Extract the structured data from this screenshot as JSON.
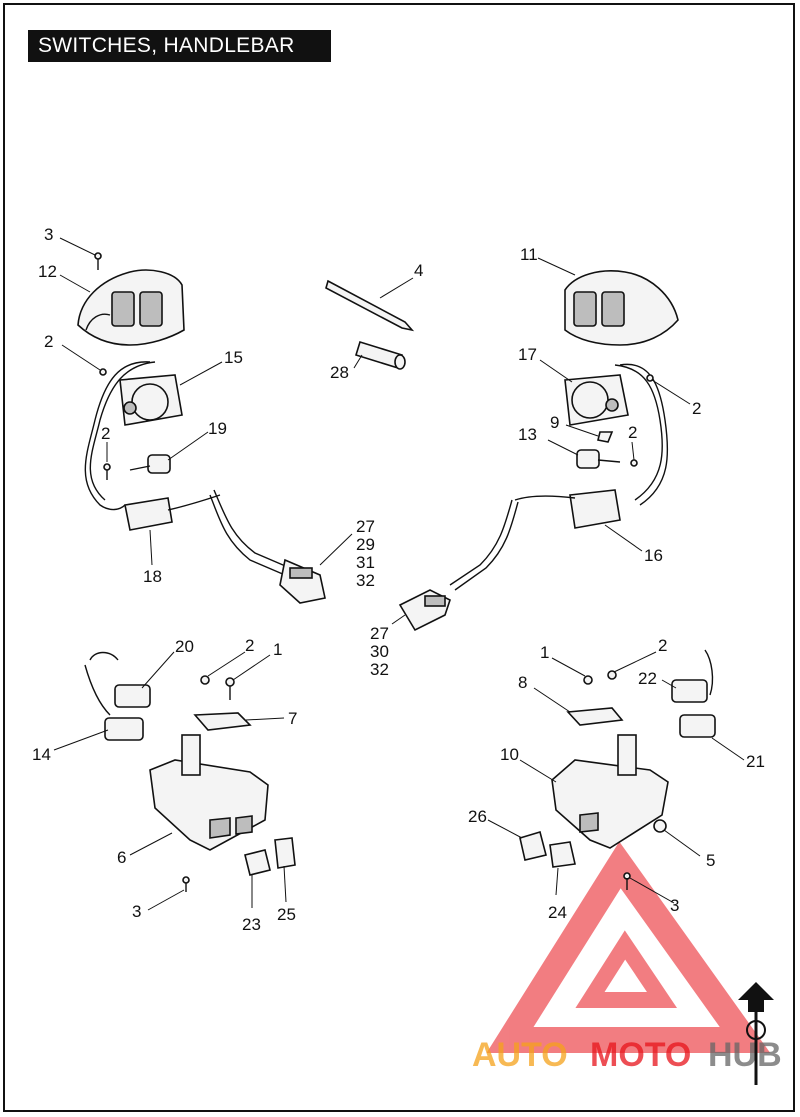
{
  "title": "SWITCHES, HANDLEBAR",
  "callouts": {
    "c3a": "3",
    "c12": "12",
    "c2a": "2",
    "c15": "15",
    "c2b": "2",
    "c19": "19",
    "c18": "18",
    "c4": "4",
    "c28": "28",
    "c27a": "27",
    "c29": "29",
    "c31": "31",
    "c32a": "32",
    "c11": "11",
    "c17": "17",
    "c2c": "2",
    "c9": "9",
    "c13": "13",
    "c2d": "2",
    "c16": "16",
    "c27b": "27",
    "c30": "30",
    "c32b": "32",
    "c20": "20",
    "c2e": "2",
    "c1a": "1",
    "c7": "7",
    "c14": "14",
    "c6": "6",
    "c3b": "3",
    "c23": "23",
    "c25": "25",
    "c1b": "1",
    "c2f": "2",
    "c8": "8",
    "c22": "22",
    "c10": "10",
    "c21": "21",
    "c26": "26",
    "c5": "5",
    "c24": "24",
    "c3c": "3"
  },
  "watermark": {
    "part1": "AUTO",
    "part2": "MOTO",
    "part3": "HUB"
  },
  "colors": {
    "watermark_red": "#e8141b",
    "watermark_orange": "#f5a21b",
    "watermark_gray": "#666666"
  }
}
